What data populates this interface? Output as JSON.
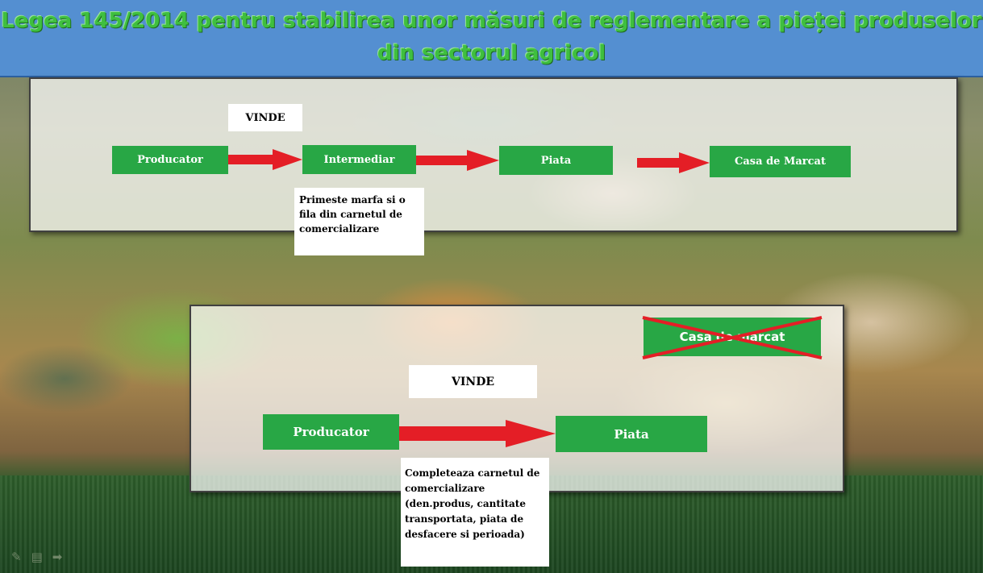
{
  "title": "Legea 145/2014 pentru stabilirea unor măsuri de reglementare a pieței produselor din sectorul agricol",
  "top_diagram": {
    "vinde_label": "VINDE",
    "nodes": [
      "Producator",
      "Intermediar",
      "Piata",
      "Casa de Marcat"
    ],
    "note": "Primeste marfa si o fila din carnetul de comercializare"
  },
  "bottom_diagram": {
    "vinde_label": "VINDE",
    "nodes": [
      "Producator",
      "Piata"
    ],
    "crossed_out": "Casa de marcat",
    "note": "Completeaza carnetul de comercializare (den.produs, cantitate transportata, piata de desfacere si perioada)"
  },
  "colors": {
    "node_green": "#28a745",
    "arrow_red": "#e41e26",
    "title_bar": "#548fd1",
    "title_text": "#3fbf3f"
  },
  "toolbar_icons": [
    "pen-icon",
    "slides-icon",
    "next-arrow-icon"
  ]
}
